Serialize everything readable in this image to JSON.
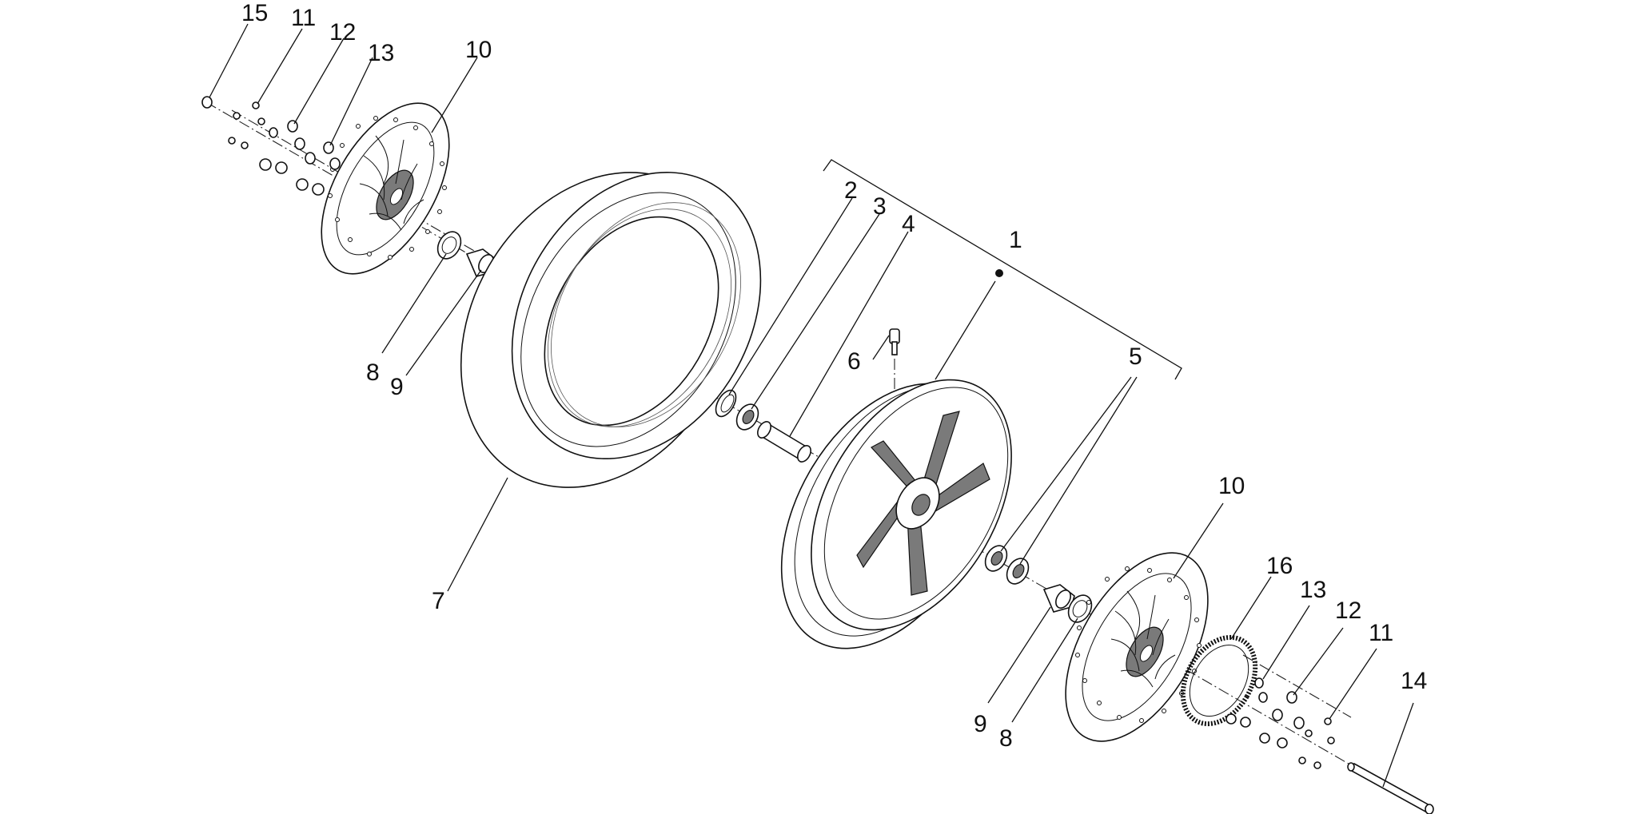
{
  "diagram": {
    "callouts": [
      {
        "id": "c15a",
        "label": "15"
      },
      {
        "id": "c11a",
        "label": "11"
      },
      {
        "id": "c12a",
        "label": "12"
      },
      {
        "id": "c13a",
        "label": "13"
      },
      {
        "id": "c10a",
        "label": "10"
      },
      {
        "id": "c8a",
        "label": "8"
      },
      {
        "id": "c9a",
        "label": "9"
      },
      {
        "id": "c7",
        "label": "7"
      },
      {
        "id": "c2",
        "label": "2"
      },
      {
        "id": "c3",
        "label": "3"
      },
      {
        "id": "c4",
        "label": "4"
      },
      {
        "id": "c1",
        "label": "1"
      },
      {
        "id": "c6",
        "label": "6"
      },
      {
        "id": "c5",
        "label": "5"
      },
      {
        "id": "c10b",
        "label": "10"
      },
      {
        "id": "c16",
        "label": "16"
      },
      {
        "id": "c13b",
        "label": "13"
      },
      {
        "id": "c12b",
        "label": "12"
      },
      {
        "id": "c11b",
        "label": "11"
      },
      {
        "id": "c14",
        "label": "14"
      },
      {
        "id": "c9b",
        "label": "9"
      },
      {
        "id": "c8b",
        "label": "8"
      }
    ]
  }
}
